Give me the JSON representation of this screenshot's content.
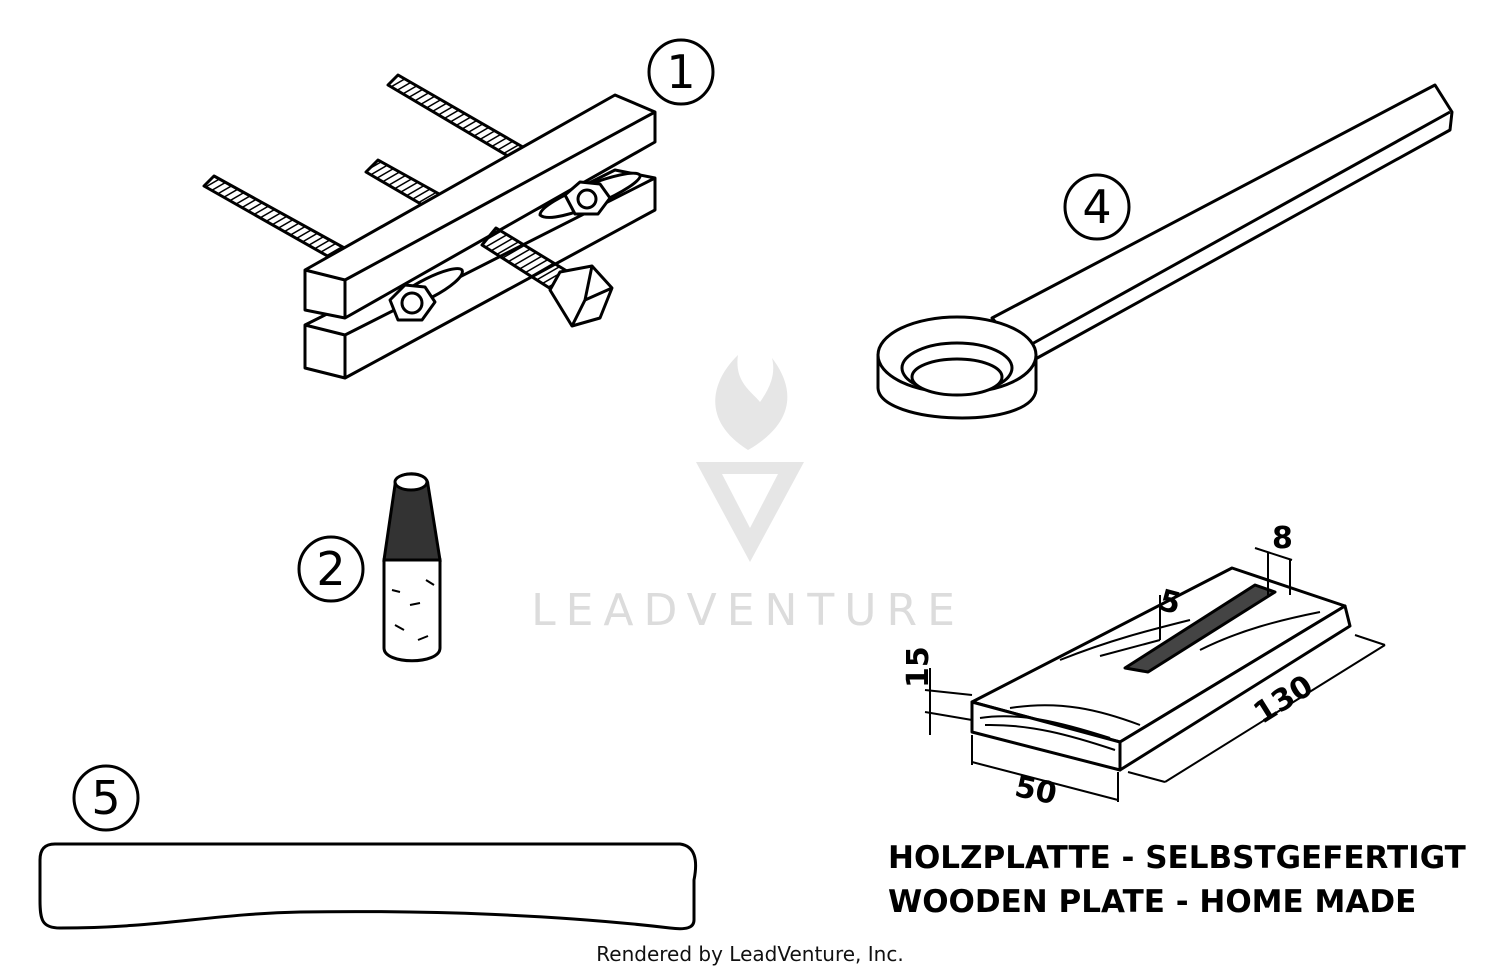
{
  "callouts": {
    "c1": "1",
    "c2": "2",
    "c4": "4",
    "c5": "5"
  },
  "dimensions": {
    "width_slot": "8",
    "depth_slot": "5",
    "thickness": "15",
    "length": "130",
    "width": "50"
  },
  "caption": {
    "line1": "HOLZPLATTE - SELBSTGEFERTIGT",
    "line2": "WOODEN PLATE - HOME MADE"
  },
  "watermark": {
    "text": "LEADVENTURE"
  },
  "footer": {
    "text": "Rendered by LeadVenture, Inc."
  },
  "colors": {
    "line": "#000000",
    "watermark": "#dcdcdc"
  }
}
